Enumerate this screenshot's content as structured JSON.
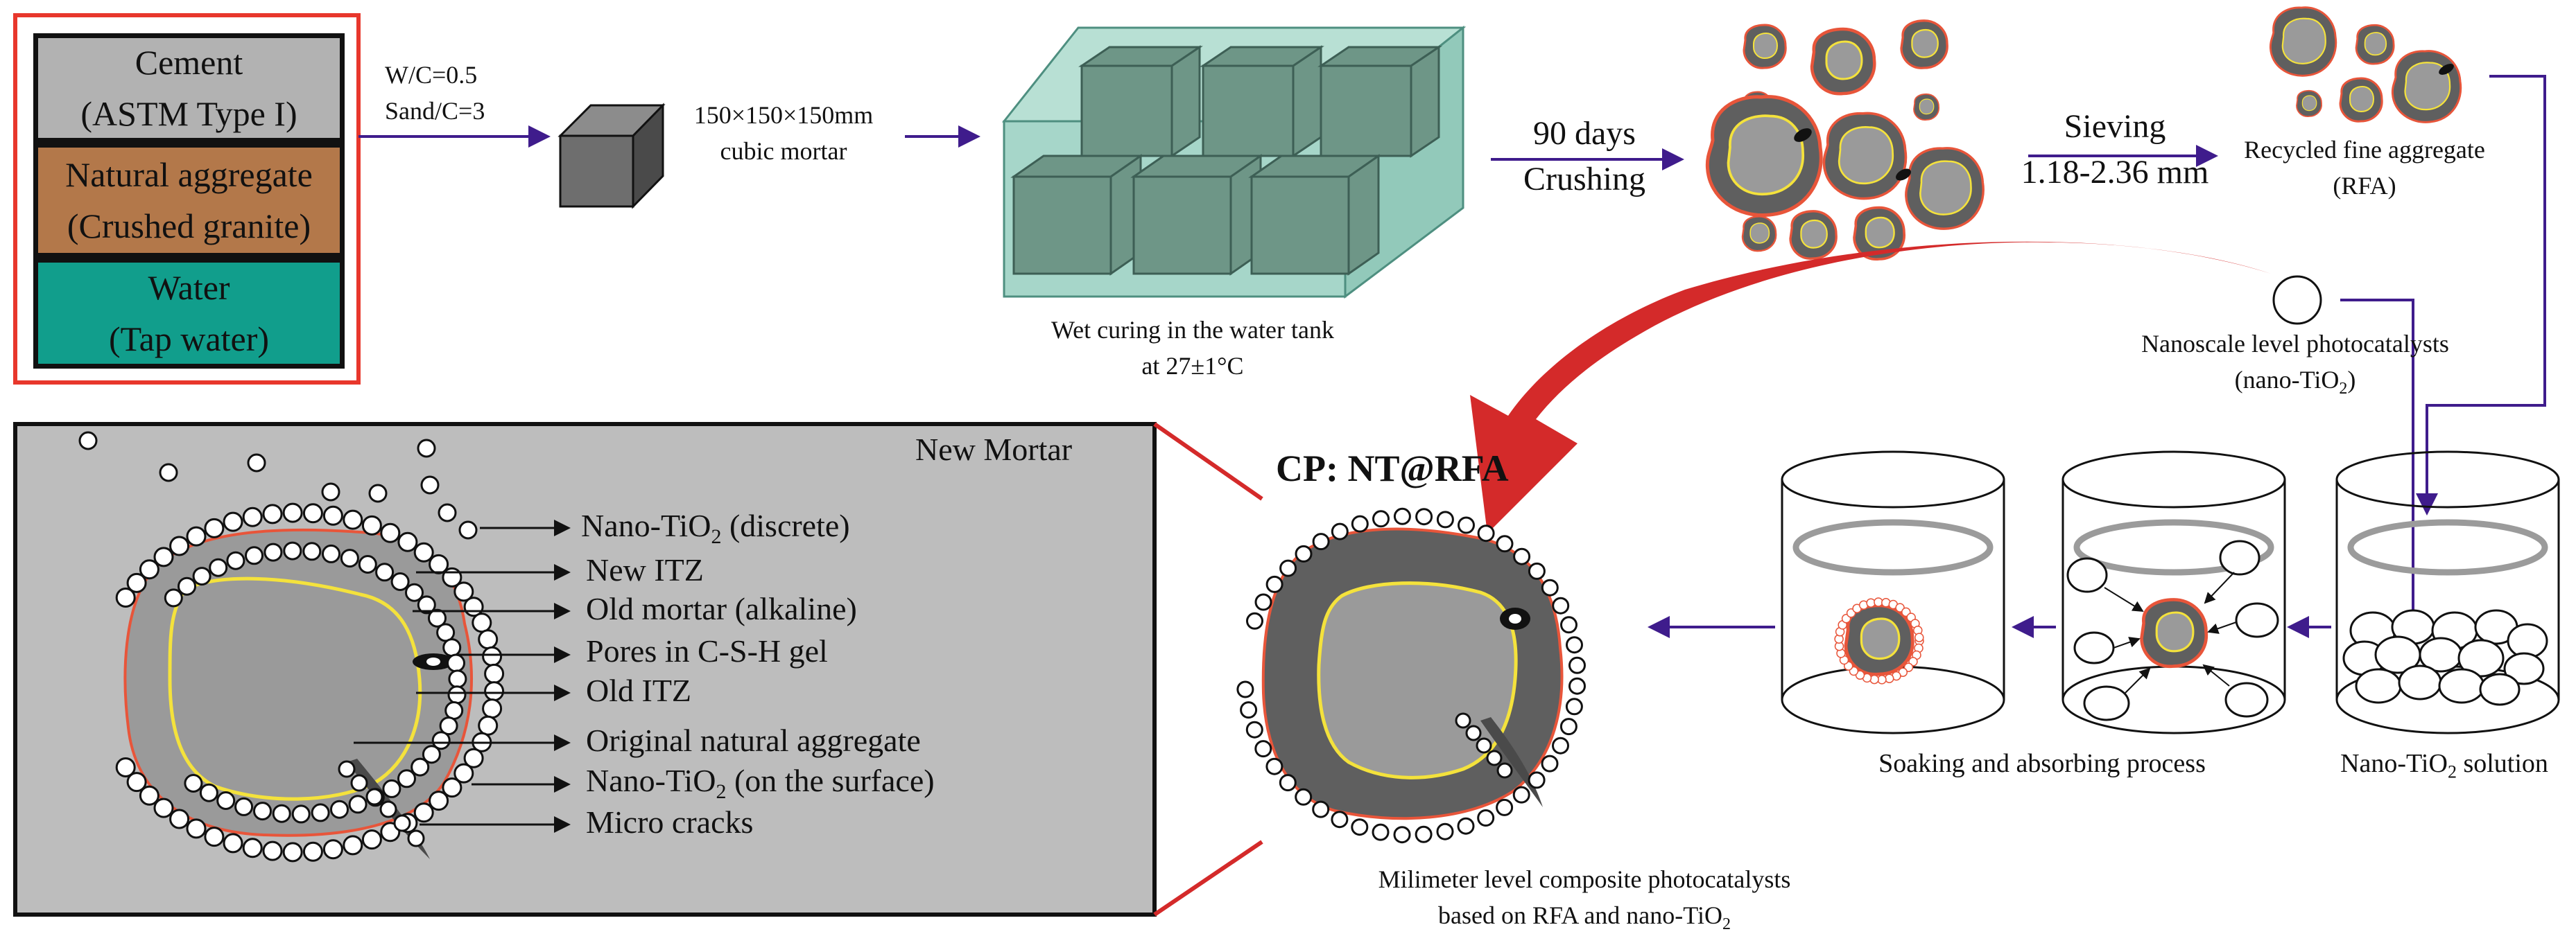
{
  "materials": {
    "cement": [
      "Cement",
      "(ASTM Type I)"
    ],
    "aggregate": [
      "Natural aggregate",
      "(Crushed granite)"
    ],
    "water": [
      "Water",
      "(Tap water)"
    ]
  },
  "mix": [
    "W/C=0.5",
    "Sand/C=3"
  ],
  "cube": [
    "150×150×150mm",
    "cubic mortar"
  ],
  "curing": [
    "Wet curing in the water tank",
    "at 27±1°C"
  ],
  "crushing": [
    "90 days",
    "Crushing"
  ],
  "sieving": [
    "Sieving",
    "1.18-2.36 mm"
  ],
  "rfa": [
    "Recycled fine aggregate",
    "(RFA)"
  ],
  "nano": {
    "line1": "Nanoscale level photocatalysts",
    "prefix": "(nano-TiO",
    "sub": "2",
    "suffix": ")"
  },
  "new_mortar": "New Mortar",
  "cp_title": "CP: NT@RFA",
  "legend": {
    "nano_discrete": {
      "prefix": "Nano-TiO",
      "sub": "2",
      "suffix": " (discrete)"
    },
    "new_itz": "New ITZ",
    "old_mortar": "Old mortar (alkaline)",
    "pores": "Pores in C-S-H gel",
    "old_itz": "Old ITZ",
    "original_aggregate": "Original natural aggregate",
    "nano_surface": {
      "prefix": "Nano-TiO",
      "sub": "2",
      "suffix": " (on the surface)"
    },
    "micro_cracks": "Micro cracks"
  },
  "composite": {
    "line1": "Milimeter level composite photocatalysts",
    "prefix": "based on RFA and nano-TiO",
    "sub": "2"
  },
  "soaking": "Soaking and absorbing process",
  "solution": {
    "prefix": "Nano-TiO",
    "sub": "2",
    "suffix": " solution"
  },
  "colors": {
    "frame_red": "#e8372c",
    "cement": "#b2b2b2",
    "aggregate": "#b3784a",
    "water": "#119e8c",
    "tank": "#a6d6c9",
    "cube_block": "#6e9687",
    "arrow": "#3f1c8c",
    "itz_yellow": "#f4e23c",
    "itz_red": "#e8553a",
    "panel_gray": "#bdbdbd",
    "big_arrow": "#d42a2a"
  }
}
